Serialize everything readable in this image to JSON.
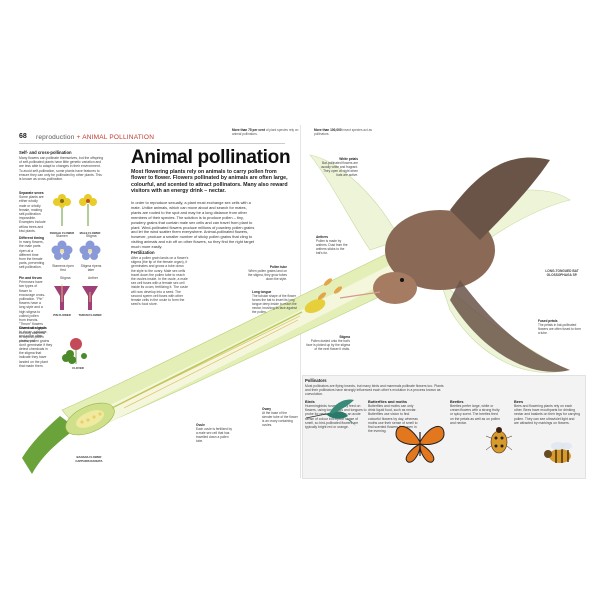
{
  "header": {
    "page_number": "68",
    "section_prefix": "reproduction",
    "section_title": "ANIMAL POLLINATION",
    "fact1_bold": "More than 75 per cent",
    "fact1_text": "of plant species rely on animal pollinators.",
    "fact2_bold": "More than 100,000",
    "fact2_text": "insect species act as pollinators."
  },
  "title": "Animal pollination",
  "intro": "Most flowering plants rely on animals to carry pollen from flower to flower. Flowers pollinated by animals are often large, colourful, and scented to attract pollinators. Many also reward visitors with an energy drink – nectar.",
  "body_main": "In order to reproduce sexually, a plant must exchange sex cells with a mate. Unlike animals, which can move about and search for mates, plants are rooted to the spot and may be a long distance from other members of their species. The solution is to produce pollen – tiny, powdery grains that contain male sex cells and can travel from plant to plant. Wind-pollinated flowers produce millions of powdery pollen grains and let the wind scatter them everywhere. Animal-pollinated flowers, however, produce a smaller number of sticky pollen grains that cling to visiting animals and rub off on other flowers, so they find the right target much more easily.",
  "sidebar": {
    "title": "Self- and cross-pollination",
    "text": "Many flowers can pollinate themselves, but the offspring of self-pollinated plants have little genetic variation and are less able to adapt to changes in their environment. To avoid self-pollination, some plants have features to ensure they can only be pollinated by other plants. This is known as cross-pollination.",
    "items": [
      {
        "head": "Separate sexes",
        "text": "Some plants are either wholly male or wholly female, making self-pollination impossible. Examples include willow trees and kiwi plants.",
        "cap1": "FEMALE FLOWER",
        "cap2": "MALE FLOWER"
      },
      {
        "head": "Different timing",
        "text": "In many flowers, the male parts ripen at a different time from the female parts, preventing self-pollination.",
        "cap1": "Stamens ripen first",
        "cap2": "Stigma ripens later",
        "top1": "Stamen",
        "top2": "Stigma"
      },
      {
        "head": "Pin and thrum",
        "text": "Primroses have two types of flower to encourage cross-pollination. \"Pin\" flowers have a long style and a high stigma to collect pollen from insects. \"Thrum\" flowers have a short style but long stamens to deposit pollen on insects.",
        "cap1": "PIN FLOWER",
        "cap2": "THRUM FLOWER",
        "top1": "Stigma",
        "top2": "Anther"
      },
      {
        "head": "Chemical signals",
        "text": "In clover, cabbage, and some other plants, pollen grains don't germinate if they detect chemicals in the stigma that indicate they have landed on the plant that made them.",
        "cap1": "CLOVER"
      }
    ]
  },
  "fertilization": {
    "head": "Fertilization",
    "text": "After a pollen grain lands on a flower's stigma (the tip of the female organ), it germinates and grows a tube down the style to the ovary. Male sex cells travel down the pollen tube to reach the ovules inside. In the ovule, a male sex cell fuses with a female sex cell inside its ovum, fertilizing it. The ovule will now develop into a seed. The second sperm cell fuses with other female cells in the ovule to form the seed's food store."
  },
  "labels": {
    "pollen_tube": "Pollen tube",
    "pollen_tube_text": "When pollen grains land on the stigma, they grow tubes down the style.",
    "long_tongue": "Long tongue",
    "long_tongue_text": "The tubular shape of the flower forces the bat to insert its long tongue deep inside to reach the nectar, brushing its face against the pollen.",
    "ovary": "Ovary",
    "ovary_text": "At the base of the slender tube of the flower is an ovary containing ovules.",
    "ovule": "Ovule",
    "ovule_text": "Each ovule is fertilized by a male sex cell that has travelled down a pollen tube.",
    "stigma": "Stigma",
    "stigma_text": "Pollen dusted onto the bat's face is picked up by the stigma of the next flower it visits.",
    "white_petals": "White petals",
    "white_petals_text": "Bat-pollinated flowers are usually white and fragrant. They open at night when bats are active.",
    "anthers": "Anthers",
    "anthers_text": "Pollen is made by anthers. Dust from the anthers sticks to the bat's fur.",
    "fused_petals": "Fused petals",
    "fused_petals_text": "The petals in bat-pollinated flowers are often fused to form a tube.",
    "bat_caption": "LONG-TONGUED BAT\nGLOSSOPHAGA SP.",
    "flower_caption": "BANANA FLOWER\nCAPPARIS RADIATA"
  },
  "pollinators": {
    "head": "Pollinators",
    "text": "Most pollinators are flying insects, but many birds and mammals pollinate flowers too. Plants and their pollinators have strongly influenced each other's evolution in a process known as coevolution.",
    "groups": [
      {
        "name": "Birds",
        "text": "Hummingbirds hover as they feed on flowers, using long beaks and tongues to probe for nectar. Birds have an acute sense of colour but a poor sense of smell, so bird-pollinated flowers are typically bright red or orange."
      },
      {
        "name": "Butterflies and moths",
        "text": "Butterflies and moths can only drink liquid food, such as nectar. Butterflies use vision to find colourful flowers by day, whereas moths use their sense of smell to find scented flowers that open in the evening."
      },
      {
        "name": "Beetles",
        "text": "Beetles prefer large, white or cream flowers with a strong fruity or spicy scent. The beetles feed on the petals as well as on pollen and nectar."
      },
      {
        "name": "Bees",
        "text": "Bees and flowering plants rely on each other. Bees have mouthparts for drinking nectar and baskets on their legs for carrying pollen. They can see ultraviolet light and are attracted by markings on flowers."
      }
    ]
  }
}
